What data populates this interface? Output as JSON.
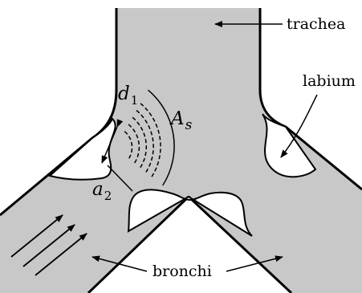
{
  "labels": {
    "trachea": "trachea",
    "labium": "labium",
    "bronchi": "bronchi",
    "d_symbol": "d",
    "d_subscript": "1",
    "a_symbol": "a",
    "a_subscript": "2",
    "A_symbol": "A",
    "A_subscript": "s"
  },
  "colors": {
    "airway_fill": "#c8c8c8",
    "outline": "#000000",
    "background": "#ffffff",
    "membrane_fill": "#ffffff"
  }
}
